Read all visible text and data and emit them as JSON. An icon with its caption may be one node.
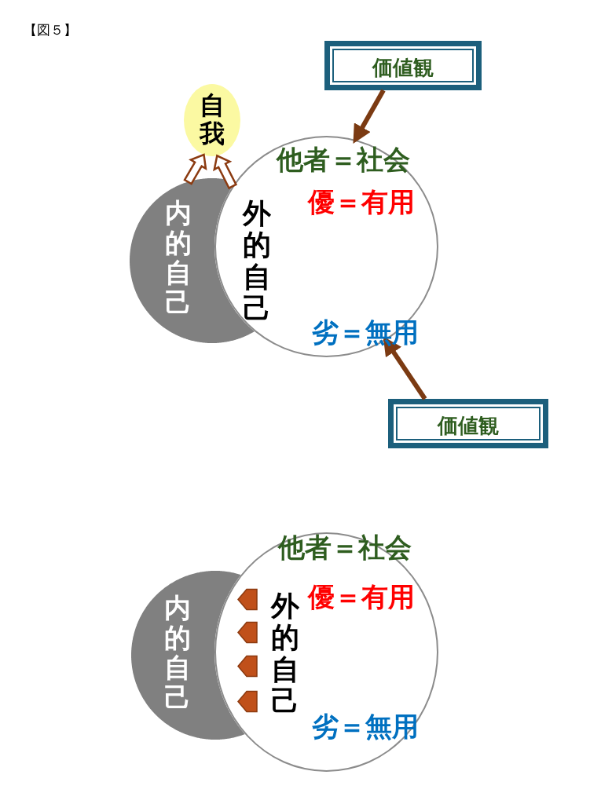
{
  "diagram": {
    "nodes": [
      {
        "text": [
          "価値観"
        ]
      },
      {
        "text": [
          "自我"
        ]
      },
      {
        "text": [
          "内的自己"
        ]
      },
      {
        "text": [
          "他者＝社会",
          "優＝有用",
          "外的自己",
          "劣＝無用"
        ]
      },
      {
        "text": [
          "価値観"
        ]
      },
      {
        "text": [
          "内的自己"
        ]
      },
      {
        "text": [
          "他者＝社会",
          "優＝有用",
          "外的自己",
          "劣＝無用"
        ]
      }
    ],
    "edges": [
      {
        "from": 0,
        "to": 3,
        "arrow": "to"
      },
      {
        "from": 2,
        "to": 1,
        "arrow": "to"
      },
      {
        "from": 3,
        "to": 1,
        "arrow": "to"
      },
      {
        "from": 4,
        "to": 3,
        "arrow": "to"
      },
      {
        "from": 6,
        "to": 5,
        "arrow": "to"
      },
      {
        "from": 6,
        "to": 5,
        "arrow": "to"
      },
      {
        "from": 6,
        "to": 5,
        "arrow": "to"
      },
      {
        "from": 6,
        "to": 5,
        "arrow": "to"
      }
    ],
    "labels": [
      "【図５】"
    ]
  }
}
